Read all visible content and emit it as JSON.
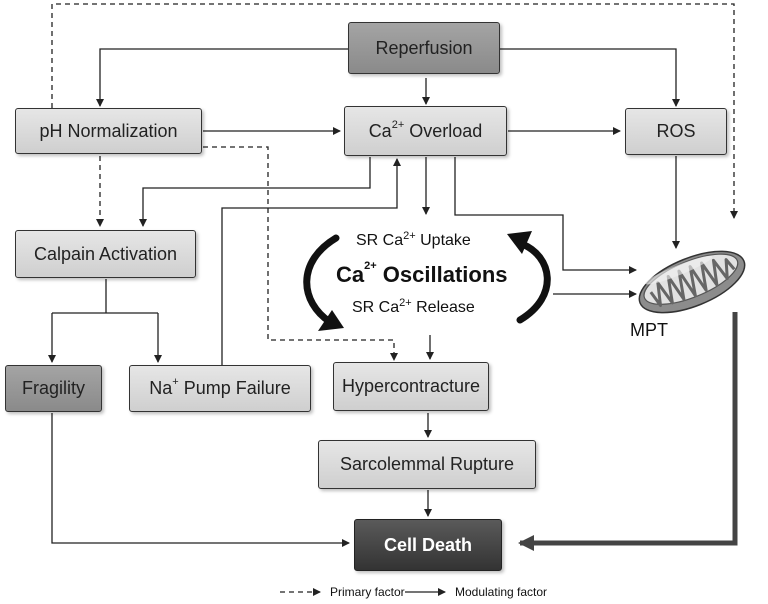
{
  "nodes": {
    "reperfusion": "Reperfusion",
    "ph_normalization": "pH Normalization",
    "ca_overload": {
      "pre": "Ca",
      "sup": "2+",
      "post": " Overload"
    },
    "ros": "ROS",
    "calpain_activation": "Calpain Activation",
    "fragility": "Fragility",
    "na_pump_failure": {
      "pre": "Na",
      "sup": "+",
      "post": " Pump Failure"
    },
    "hypercontracture": "Hypercontracture",
    "sarcolemmal_rupture": "Sarcolemmal Rupture",
    "cell_death": "Cell Death"
  },
  "oscillations": {
    "uptake": {
      "pre": "SR Ca",
      "sup": "2+",
      "post": " Uptake"
    },
    "title": {
      "pre": "Ca",
      "sup": "2+",
      "post": " Oscillations"
    },
    "release": {
      "pre": "SR Ca",
      "sup": "2+",
      "post": " Release"
    }
  },
  "mitochondrion_label": "MPT",
  "mitochondrion_icon": "mitochondrion-icon",
  "legend": {
    "primary": "Primary factor",
    "modulating": "Modulating factor"
  },
  "colors": {
    "box_light": "#d9d9d9",
    "box_dark": "#9a9a9a",
    "box_black": "#444444",
    "line": "#222222"
  }
}
